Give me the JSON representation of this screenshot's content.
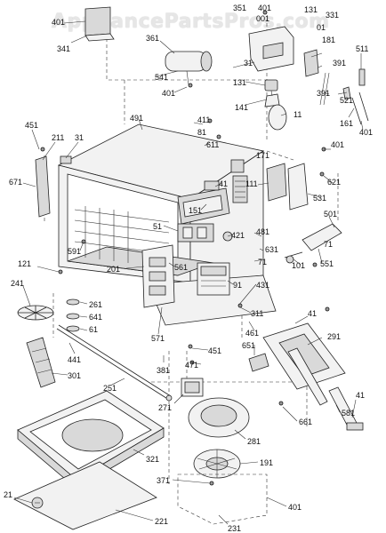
{
  "watermark": "AppliancePartsPros.com",
  "labels": [
    {
      "id": "p351",
      "text": "351"
    },
    {
      "id": "p401a",
      "text": "401"
    },
    {
      "id": "p131a",
      "text": "131"
    },
    {
      "id": "p331",
      "text": "331"
    },
    {
      "id": "p001",
      "text": "001"
    },
    {
      "id": "p01",
      "text": "01"
    },
    {
      "id": "p401b",
      "text": "401"
    },
    {
      "id": "p341",
      "text": "341"
    },
    {
      "id": "p361",
      "text": "361"
    },
    {
      "id": "p181",
      "text": "181"
    },
    {
      "id": "p31a",
      "text": "31"
    },
    {
      "id": "p391a",
      "text": "391"
    },
    {
      "id": "p511",
      "text": "511"
    },
    {
      "id": "p541",
      "text": "541"
    },
    {
      "id": "p131b",
      "text": "131"
    },
    {
      "id": "p401c",
      "text": "401"
    },
    {
      "id": "p391b",
      "text": "391"
    },
    {
      "id": "p521",
      "text": "521"
    },
    {
      "id": "p141",
      "text": "141"
    },
    {
      "id": "p11",
      "text": "11"
    },
    {
      "id": "p161",
      "text": "161"
    },
    {
      "id": "p401d",
      "text": "401"
    },
    {
      "id": "p491",
      "text": "491"
    },
    {
      "id": "p411",
      "text": "411"
    },
    {
      "id": "p451a",
      "text": "451"
    },
    {
      "id": "p211",
      "text": "211"
    },
    {
      "id": "p31b",
      "text": "31"
    },
    {
      "id": "p81",
      "text": "81"
    },
    {
      "id": "p611",
      "text": "611"
    },
    {
      "id": "p401e",
      "text": "401"
    },
    {
      "id": "p171",
      "text": "171"
    },
    {
      "id": "p621",
      "text": "621"
    },
    {
      "id": "p671",
      "text": "671"
    },
    {
      "id": "p111",
      "text": "111"
    },
    {
      "id": "p531",
      "text": "531"
    },
    {
      "id": "p41a",
      "text": "41"
    },
    {
      "id": "p151",
      "text": "151"
    },
    {
      "id": "p501",
      "text": "501"
    },
    {
      "id": "p51",
      "text": "51"
    },
    {
      "id": "p481",
      "text": "481"
    },
    {
      "id": "p421",
      "text": "421"
    },
    {
      "id": "p631",
      "text": "631"
    },
    {
      "id": "p71a",
      "text": "71"
    },
    {
      "id": "p591",
      "text": "591"
    },
    {
      "id": "p71b",
      "text": "71"
    },
    {
      "id": "p101",
      "text": "101"
    },
    {
      "id": "p551",
      "text": "551"
    },
    {
      "id": "p121",
      "text": "121"
    },
    {
      "id": "p201",
      "text": "201"
    },
    {
      "id": "p561",
      "text": "561"
    },
    {
      "id": "p91",
      "text": "91"
    },
    {
      "id": "p431",
      "text": "431"
    },
    {
      "id": "p241",
      "text": "241"
    },
    {
      "id": "p261",
      "text": "261"
    },
    {
      "id": "p641",
      "text": "641"
    },
    {
      "id": "p61",
      "text": "61"
    },
    {
      "id": "p311",
      "text": "311"
    },
    {
      "id": "p41b",
      "text": "41"
    },
    {
      "id": "p571",
      "text": "571"
    },
    {
      "id": "p461",
      "text": "461"
    },
    {
      "id": "p291",
      "text": "291"
    },
    {
      "id": "p651",
      "text": "651"
    },
    {
      "id": "p441",
      "text": "441"
    },
    {
      "id": "p381",
      "text": "381"
    },
    {
      "id": "p451b",
      "text": "451"
    },
    {
      "id": "p471",
      "text": "471"
    },
    {
      "id": "p301",
      "text": "301"
    },
    {
      "id": "p251",
      "text": "251"
    },
    {
      "id": "p271",
      "text": "271"
    },
    {
      "id": "p41c",
      "text": "41"
    },
    {
      "id": "p581",
      "text": "581"
    },
    {
      "id": "p661",
      "text": "661"
    },
    {
      "id": "p281",
      "text": "281"
    },
    {
      "id": "p321",
      "text": "321"
    },
    {
      "id": "p191",
      "text": "191"
    },
    {
      "id": "p371",
      "text": "371"
    },
    {
      "id": "p21",
      "text": "21"
    },
    {
      "id": "p401f",
      "text": "401"
    },
    {
      "id": "p221",
      "text": "221"
    },
    {
      "id": "p231",
      "text": "231"
    }
  ]
}
